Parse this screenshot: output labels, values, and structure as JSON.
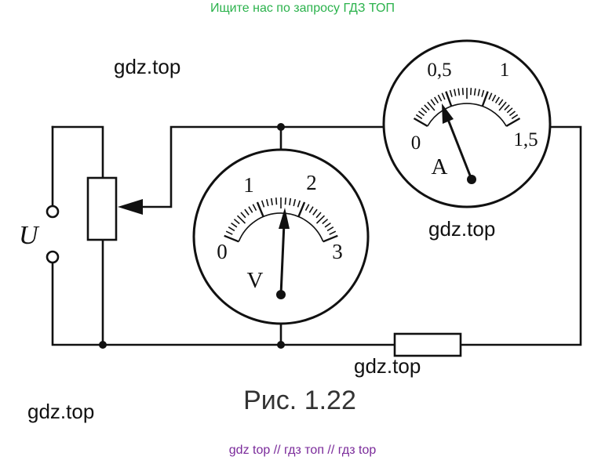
{
  "banners": {
    "top": "Ищите нас по запросу ГДЗ ТОП",
    "bottom": "gdz top  //  гдз топ  //  гдз top"
  },
  "watermarks": [
    "gdz.top",
    "gdz.top",
    "gdz.top",
    "gdz.top"
  ],
  "figure": {
    "caption": "Рис. 1.22",
    "source_label": "U",
    "voltmeter": {
      "symbol": "V",
      "scale_labels": [
        "0",
        "1",
        "2",
        "3"
      ]
    },
    "ammeter": {
      "symbol": "A",
      "scale_labels": [
        "0",
        "0,5",
        "1",
        "1,5"
      ]
    }
  }
}
